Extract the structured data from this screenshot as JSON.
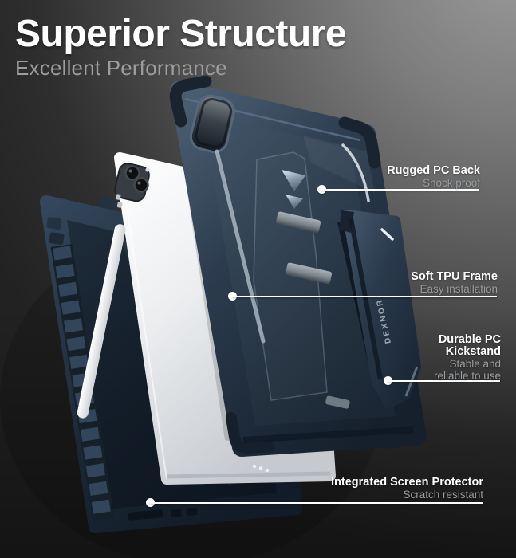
{
  "header": {
    "title": "Superior Structure",
    "subtitle": "Excellent Performance"
  },
  "product": {
    "brand": "DEXNOR",
    "description": "tablet rugged case exploded view: screen protector frame, tablet with stylus, PC back shell, detached kickstand",
    "colors": {
      "case_blue_dark": "#1d2a39",
      "case_blue_light": "#46586b",
      "tablet_silver": "#eceef0",
      "background_light": "#9b9b9b",
      "background_dark": "#1b1b1b",
      "annotation_title": "#ffffff",
      "annotation_subtitle": "#989da1"
    }
  },
  "annotations": [
    {
      "title": "Rugged PC Back",
      "subtitle": "Shock proof"
    },
    {
      "title": "Soft TPU Frame",
      "subtitle": "Easy installation"
    },
    {
      "title": "Durable PC Kickstand",
      "subtitle": "Stable and reliable to use"
    },
    {
      "title": "Integrated Screen Protector",
      "subtitle": "Scratch resistant"
    }
  ]
}
